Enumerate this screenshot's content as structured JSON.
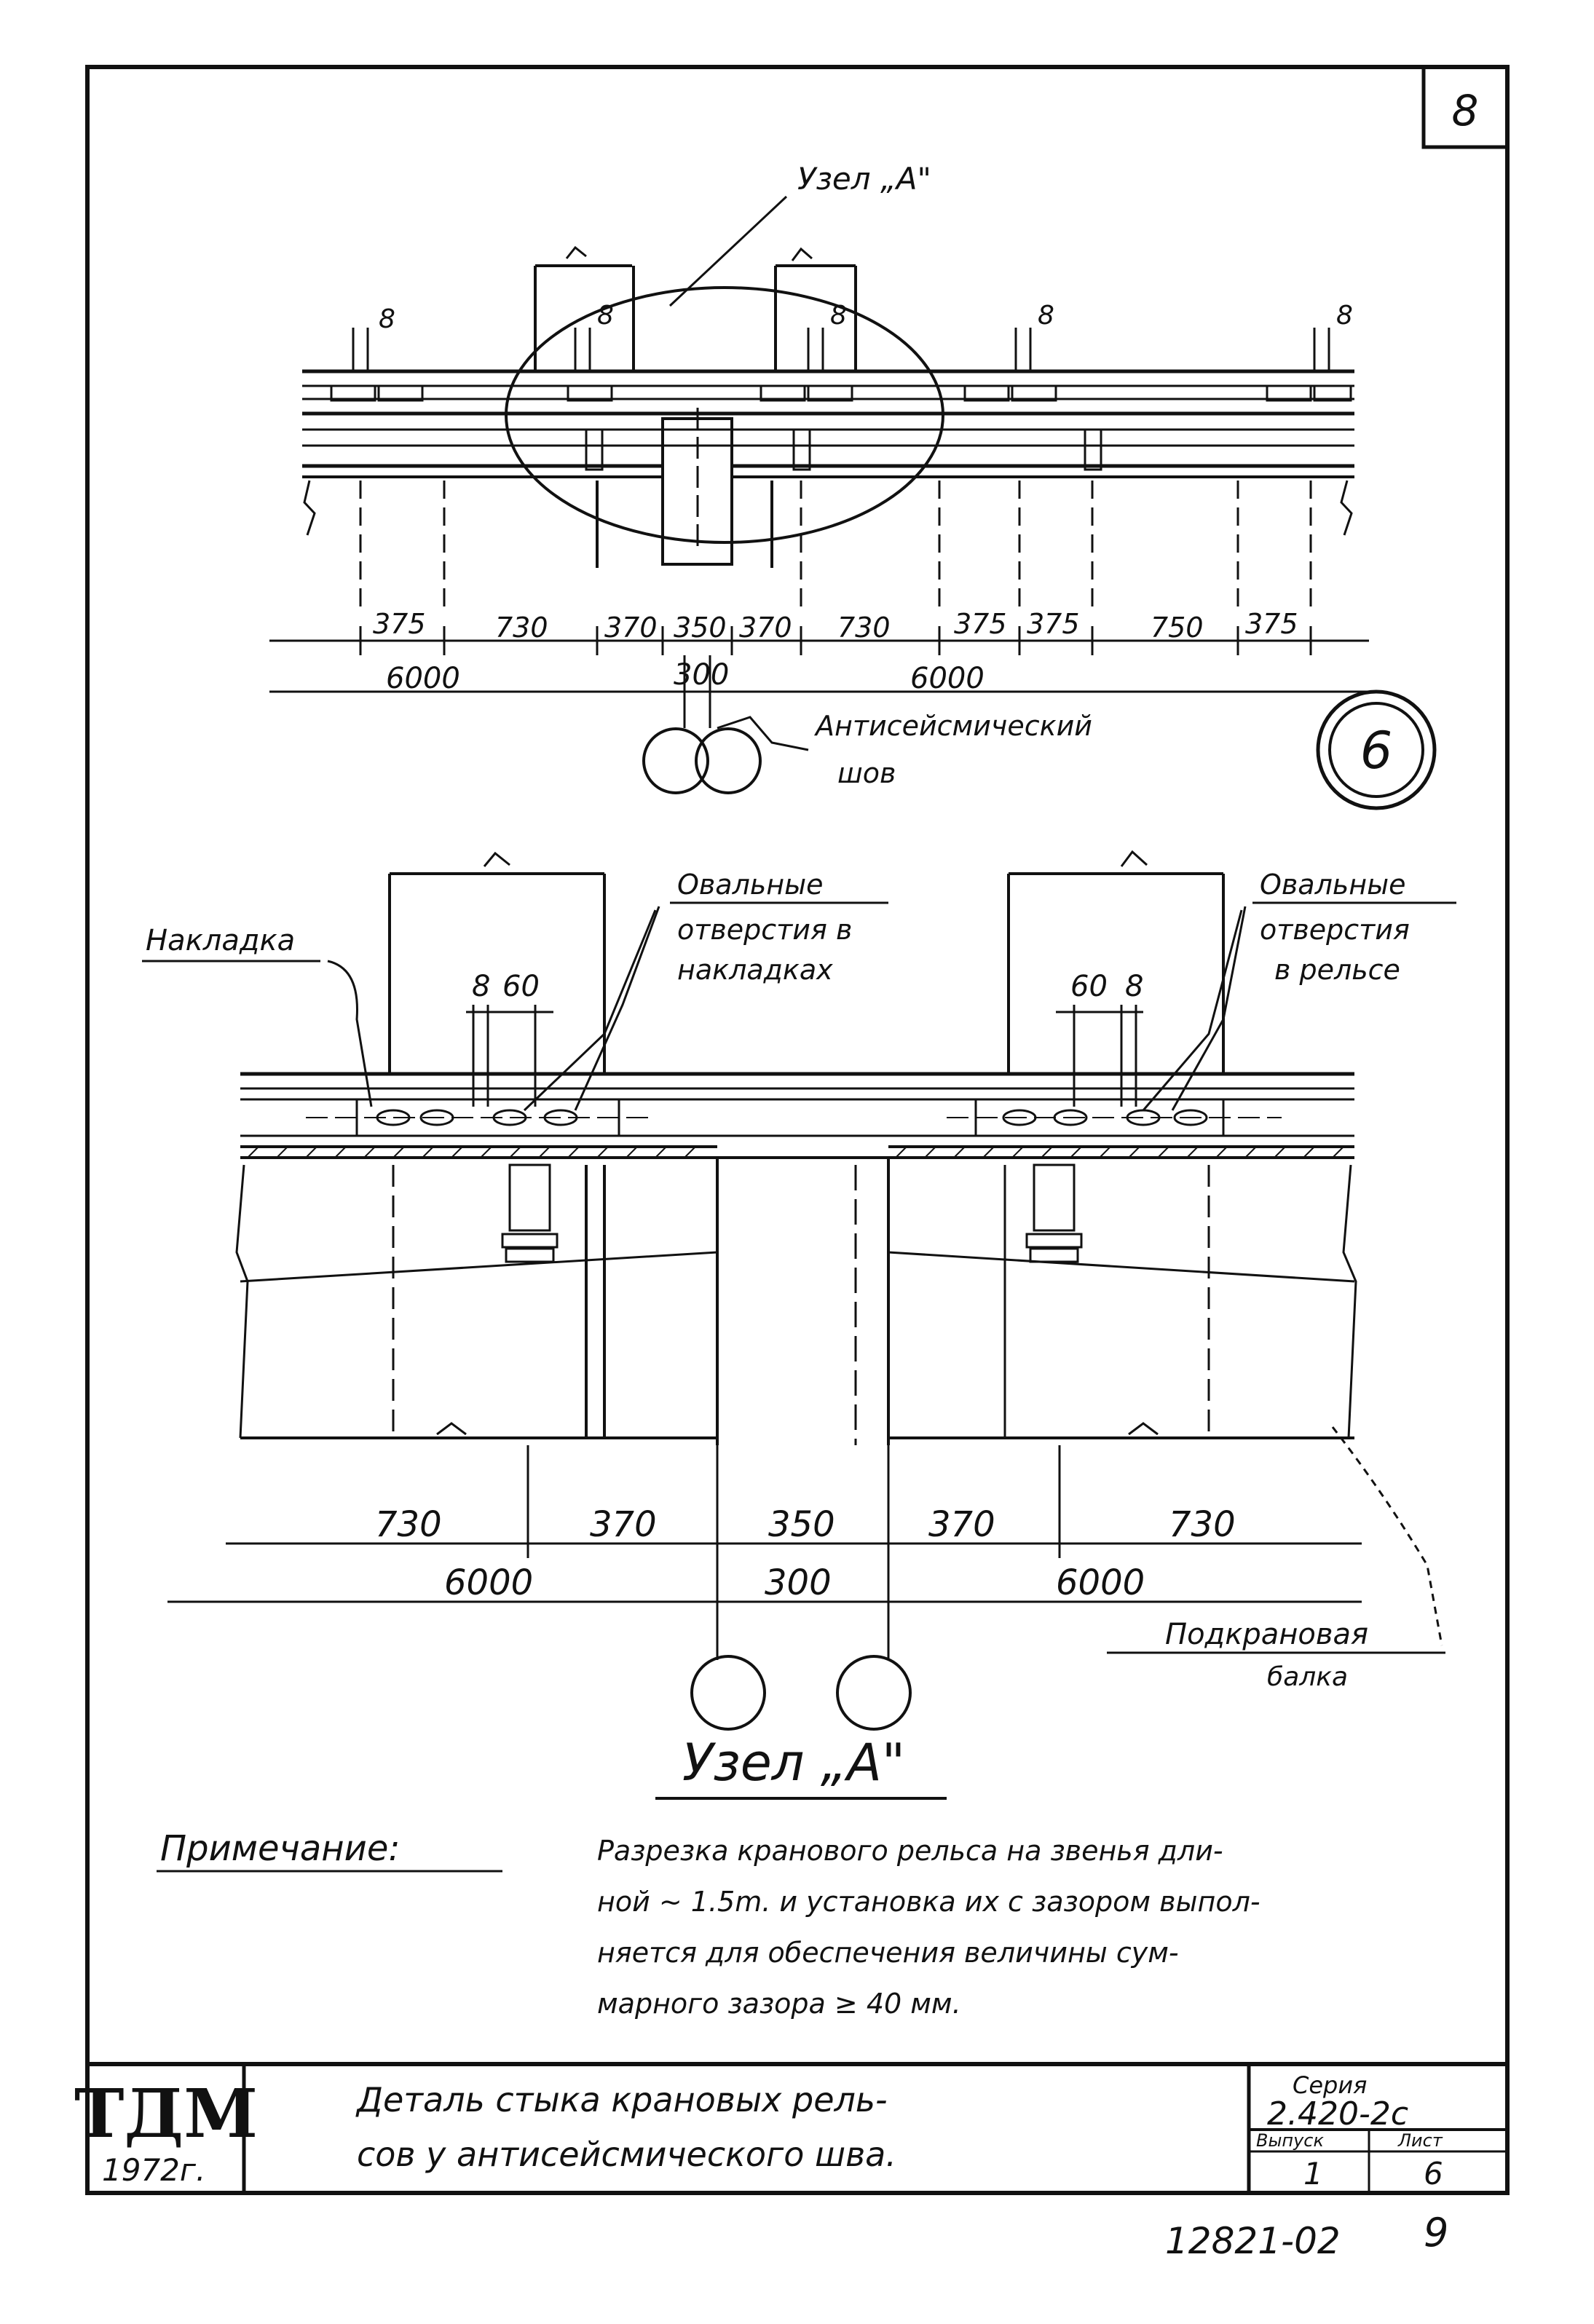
{
  "sheet": {
    "corner_number": "8",
    "bottom_code": "12821-02",
    "bottom_page": "9"
  },
  "overview": {
    "node_label": "Узел „А\"",
    "gap_markers": [
      "8",
      "8",
      "8",
      "8",
      "8"
    ],
    "dimensions_top": [
      "375",
      "730",
      "370",
      "350",
      "370",
      "730",
      "375",
      "375",
      "750",
      "375"
    ],
    "dimensions_bottom": [
      "6000",
      "300",
      "6000"
    ],
    "joint_label_line1": "Антисейсмический",
    "joint_label_line2": "шов",
    "circle_mark": "6"
  },
  "detail": {
    "label_nakladka": "Накладка",
    "label_holes_plates_line1": "Овальные",
    "label_holes_plates_line2": "отверстия в",
    "label_holes_plates_line3": "накладках",
    "label_holes_rail_line1": "Овальные",
    "label_holes_rail_line2": "отверстия",
    "label_holes_rail_line3": "в рельсе",
    "left_small_dims": [
      "8",
      "60"
    ],
    "right_small_dims": [
      "60",
      "8"
    ],
    "dimensions_top": [
      "730",
      "370",
      "350",
      "370",
      "730"
    ],
    "dimensions_bottom": [
      "6000",
      "300",
      "6000"
    ],
    "crane_beam_line1": "Подкрановая",
    "crane_beam_line2": "балка",
    "title": "Узел „А\""
  },
  "note": {
    "heading": "Примечание:",
    "lines": [
      "Разрезка кранового рельса на звенья дли-",
      "ной ~ 1.5m. и установка их с зазором выпол-",
      "няется для обеспечения величины сум-",
      "марного зазора ≥ 40 мм."
    ]
  },
  "title_block": {
    "org": "ТДМ",
    "year": "1972г.",
    "title_line1": "Деталь стыка крановых рель-",
    "title_line2": "сов у антисейсмического шва.",
    "series_label": "Серия",
    "series_value": "2.420-2с",
    "issue_label": "Выпуск",
    "issue_value": "1",
    "sheet_label": "Лист",
    "sheet_value": "6"
  }
}
